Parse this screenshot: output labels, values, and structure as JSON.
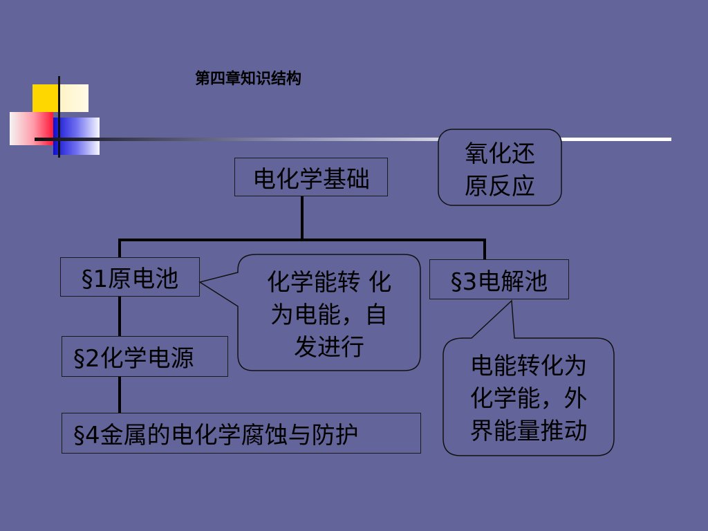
{
  "title": "第四章知识结构",
  "nodes": {
    "root": "电化学基础",
    "redox": [
      "氧化还",
      "原反应"
    ],
    "s1": "§1原电池",
    "s2": "§2化学电源",
    "s3": "§3电解池",
    "s4": "§4金属的电化学腐蚀与防护"
  },
  "callouts": {
    "galvanic": [
      "化学能转 化",
      "为电能，自",
      "发进行"
    ],
    "electrolytic": [
      "电能转化为",
      "化学能，外",
      "界能量推动"
    ]
  }
}
